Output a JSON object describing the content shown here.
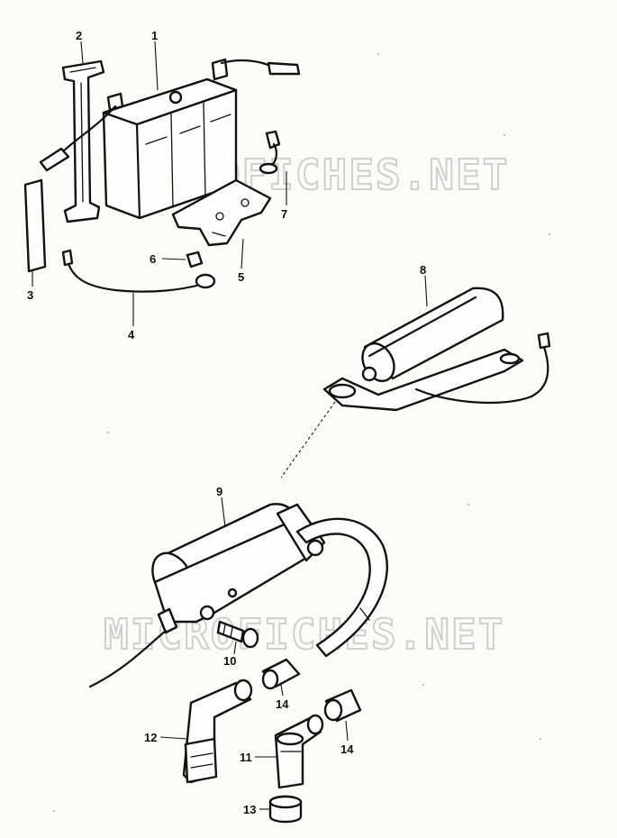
{
  "watermark": "MICROFICHES.NET",
  "callouts": {
    "c1": "1",
    "c2": "2",
    "c3": "3",
    "c4": "4",
    "c5": "5",
    "c6": "6",
    "c7": "7",
    "c8": "8",
    "c9": "9",
    "c10": "10",
    "c11": "11",
    "c12": "12",
    "c13": "13",
    "c14a": "14",
    "c14b": "14"
  },
  "colors": {
    "ink": "#111111",
    "paper": "#fbfbf8",
    "watermark": "#cfcfcf"
  }
}
